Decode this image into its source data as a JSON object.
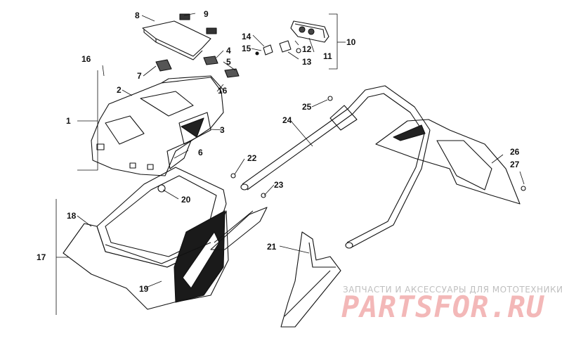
{
  "callouts": [
    "1",
    "2",
    "3",
    "4",
    "5",
    "6",
    "7",
    "8",
    "9",
    "10",
    "11",
    "12",
    "13",
    "14",
    "15",
    "16",
    "16",
    "17",
    "18",
    "19",
    "20",
    "21",
    "22",
    "23",
    "24",
    "25",
    "26",
    "27"
  ],
  "watermark": {
    "line1": "ЗАПЧАСТИ И АКСЕССУАРЫ ДЛЯ МОТОТЕХНИКИ",
    "line2": "PARTSFOR.RU"
  }
}
